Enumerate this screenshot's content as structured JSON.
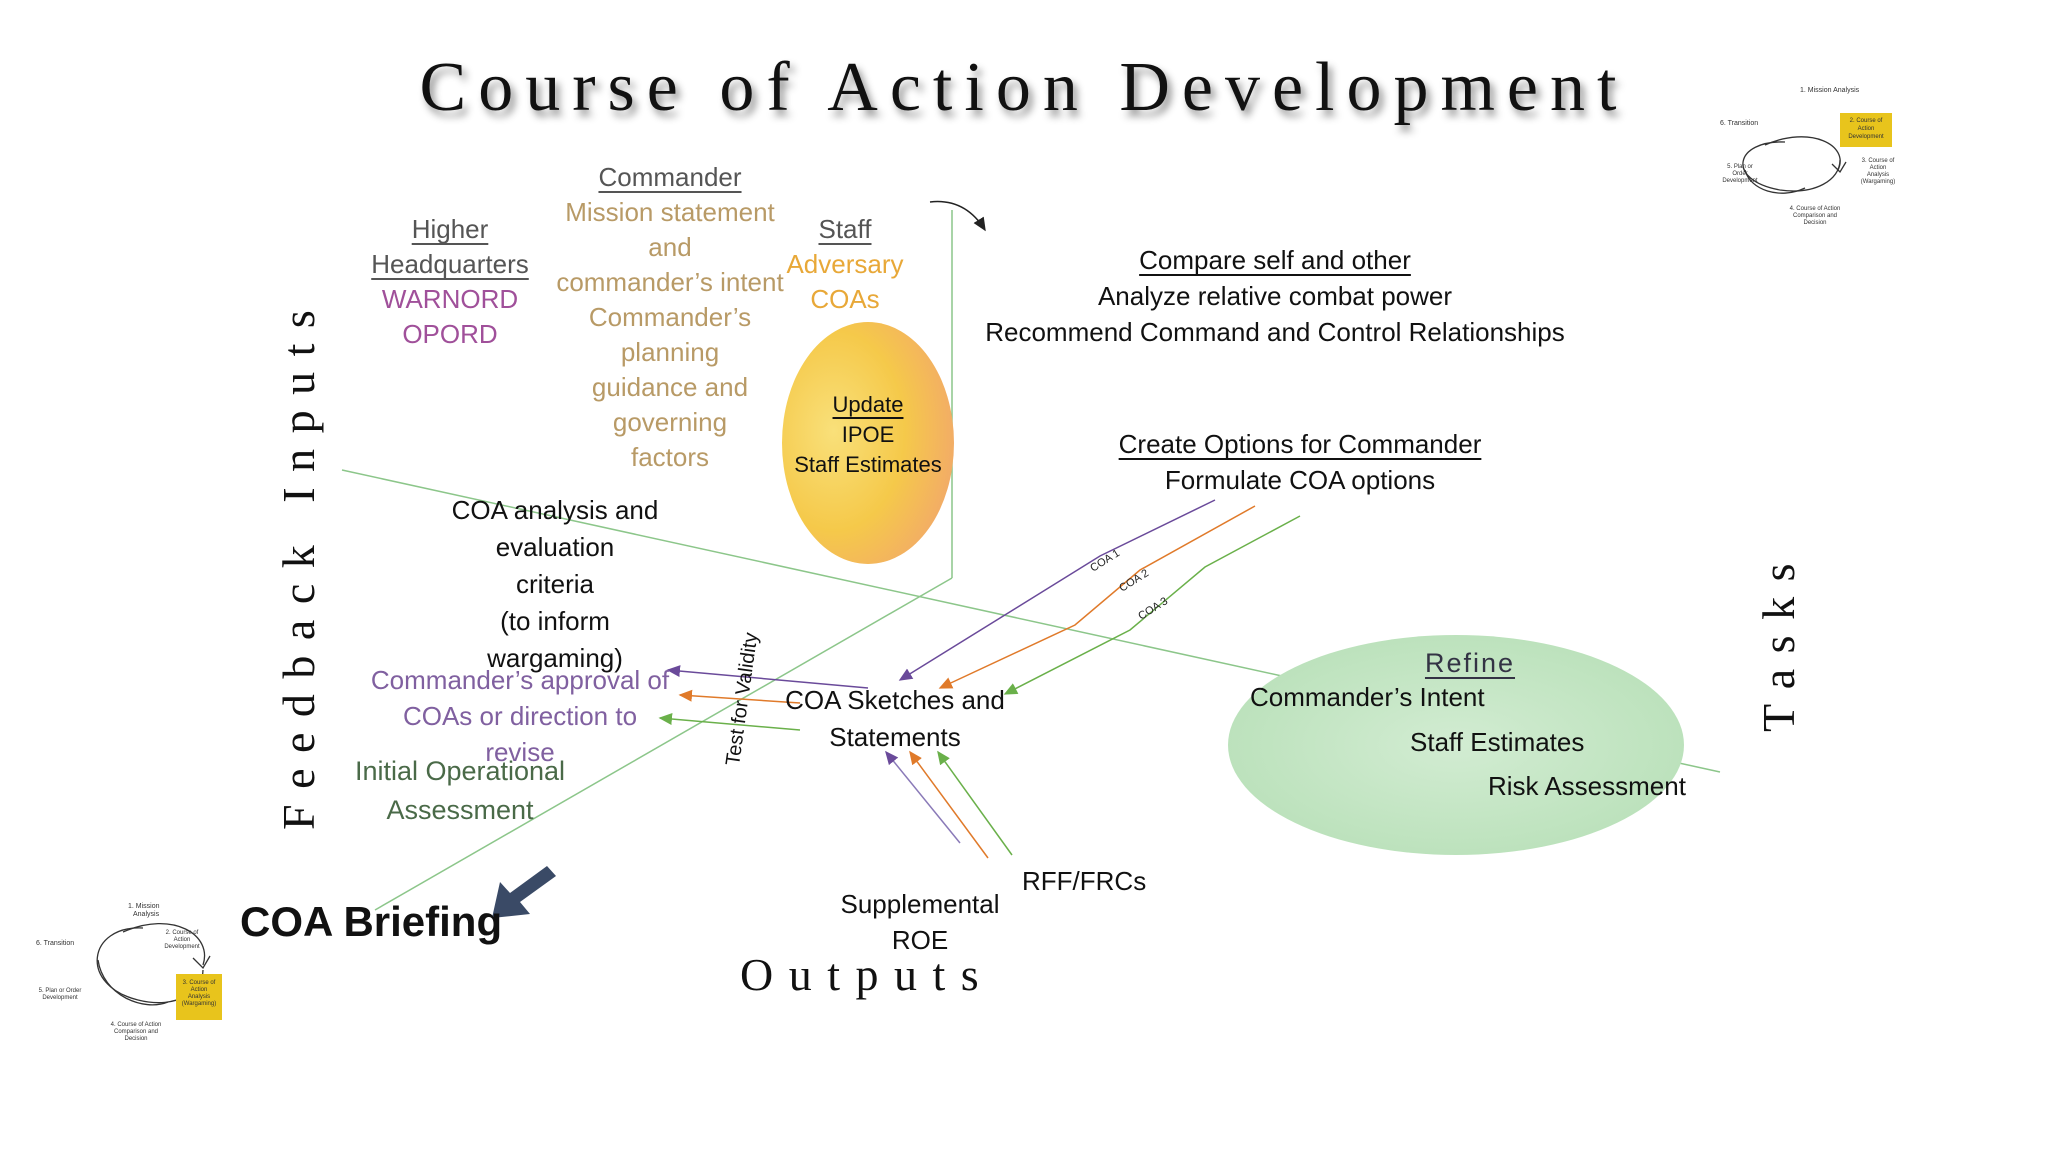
{
  "title": "Course of Action Development",
  "axes": {
    "feedback_inputs": "F e e d b a c k   I n p u t s",
    "tasks": "T a s k s",
    "outputs": "O u t p u t s"
  },
  "higher_hq": {
    "heading_line1": "Higher",
    "heading_line2": "Headquarters",
    "items": [
      "WARNORD",
      "OPORD"
    ]
  },
  "commander": {
    "heading": "Commander",
    "lines": [
      "Mission statement and",
      "commander’s intent",
      "Commander’s planning",
      "guidance and",
      "governing",
      "factors"
    ]
  },
  "staff": {
    "heading": "Staff",
    "item": "Adversary COAs"
  },
  "update": {
    "heading": "Update",
    "lines": [
      "IPOE",
      "Staff Estimates"
    ]
  },
  "compare": {
    "heading": "Compare self and other",
    "lines": [
      "Analyze relative combat power",
      "Recommend Command and Control Relationships"
    ]
  },
  "create": {
    "heading": "Create Options for Commander",
    "line": "Formulate COA options"
  },
  "coa_labels": [
    "COA 1",
    "COA 2",
    "COA 3"
  ],
  "criteria": {
    "lines": [
      "COA analysis and",
      "evaluation",
      "criteria",
      "(to inform",
      "wargaming)"
    ]
  },
  "approval": {
    "lines": [
      "Commander’s approval of",
      "COAs or direction to revise"
    ]
  },
  "initial": {
    "lines": [
      "Initial Operational",
      "Assessment"
    ]
  },
  "test_validity": "Test for Validity",
  "sketches": {
    "lines": [
      "COA Sketches and",
      "Statements"
    ]
  },
  "refine": {
    "heading": "Refine",
    "items": [
      "Commander’s Intent",
      "Staff Estimates",
      "Risk Assessment"
    ]
  },
  "supplemental": {
    "lines": [
      "Supplemental",
      "ROE"
    ]
  },
  "rff": "RFF/FRCs",
  "coa_briefing": "COA Briefing",
  "cycle_top": {
    "steps": [
      "1. Mission Analysis",
      "2. Course of Action Development",
      "3. Course of Action Analysis (Wargaming)",
      "4. Course of Action Comparison and Decision",
      "5. Plan or Order Development",
      "6. Transition"
    ],
    "highlight": 1
  },
  "cycle_bottom": {
    "steps": [
      "1. Mission Analysis",
      "2. Course of Action Development",
      "3. Course of Action Analysis (Wargaming)",
      "4. Course of Action Comparison and Decision",
      "5. Plan or Order Development",
      "6. Transition"
    ],
    "highlight": 2
  },
  "colors": {
    "purple_text": "#a0509a",
    "tan_text": "#b89a66",
    "gold_text": "#e8a838",
    "green_text": "#4a6a48",
    "violet_text": "#8060a0",
    "axis_line": "#8cc68a",
    "highlight_box": "#e8c41c"
  }
}
